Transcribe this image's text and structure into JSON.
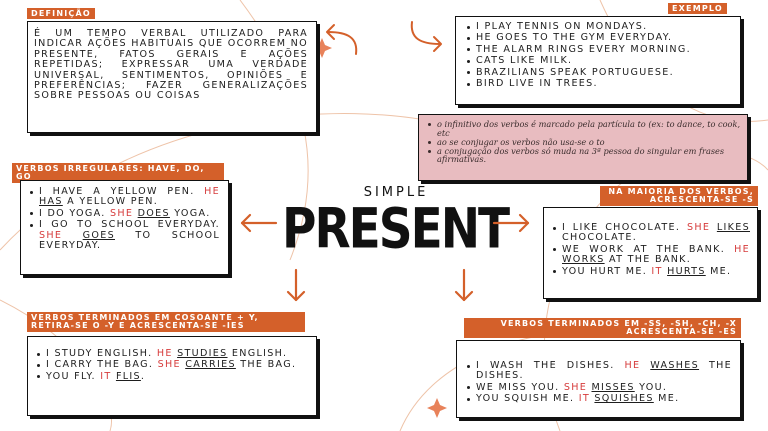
{
  "title": {
    "small": "SIMPLE",
    "big": "PRESENT"
  },
  "colors": {
    "accent": "#d4602a",
    "highlight": "#d63c3c",
    "note_bg": "#e8bcc0"
  },
  "definicao": {
    "label": "DEFINIÇÃO",
    "text": "É um tempo verbal utilizado para indicar ações habituais que ocorrem no presente, fatos gerais e ações repetidas; expressar uma verdade universal, sentimentos, opiniões e preferências; fazer generalizações sobre pessoas ou coisas"
  },
  "exemplo": {
    "label": "EXEMPLO",
    "items": [
      "I play tennis on Mondays.",
      "He goes to the gym everyday.",
      "The alarm rings every morning.",
      "Cats like milk.",
      "Brazilians speak Portuguese.",
      "Bird live in trees."
    ]
  },
  "notes": {
    "items": [
      "o infinitivo dos verbos é marcado pela partícula to (ex: to dance, to cook, etc",
      "ao se conjugar os verbos não usa-se o to",
      "a conjugação dos verbos só muda na 3ª pessoa do singular em frases afirmativas."
    ]
  },
  "irregulares": {
    "label": "Verbos irregulares: have, do, go",
    "items": [
      {
        "pre": "I have a yellow pen.",
        "subj": "He",
        "verb": "has",
        "post": "a yellow pen."
      },
      {
        "pre": "I do yoga.",
        "subj": "She",
        "verb": "does",
        "post": "yoga."
      },
      {
        "pre": "I go to school everyday.",
        "subj": "She",
        "verb": "goes",
        "post": "to school everyday."
      }
    ]
  },
  "maioria": {
    "label": "Na maioria dos verbos, acrescenta-se -s",
    "items": [
      {
        "pre": "I like chocolate.",
        "subj": "She",
        "verb": "likes",
        "post": "chocolate."
      },
      {
        "pre": "We work at the bank.",
        "subj": "He",
        "verb": "works",
        "post": "at the bank."
      },
      {
        "pre": "You hurt me.",
        "subj": "It",
        "verb": "hurts",
        "post": "me."
      }
    ]
  },
  "consoante_y": {
    "label": "Verbos terminados em cosoante + y, retira-se o -y e acrescenta-se -ies",
    "items": [
      {
        "pre": "I study English.",
        "subj": "He",
        "verb": "studies",
        "post": "English."
      },
      {
        "pre": "I carry the bag.",
        "subj": "She",
        "verb": "carries",
        "post": "the bag."
      },
      {
        "pre": "You fly.",
        "subj": "It",
        "verb": "flis",
        "post": "."
      }
    ]
  },
  "ss_sh_ch": {
    "label": "Verbos terminados em -ss, -sh, -ch, -x acrescenta-se -es",
    "items": [
      {
        "pre": "I wash the dishes.",
        "subj": "He",
        "verb": "washes",
        "post": "the dishes."
      },
      {
        "pre": "We miss you.",
        "subj": "She",
        "verb": "misses",
        "post": "you."
      },
      {
        "pre": "You squish me.",
        "subj": "It",
        "verb": "squishes",
        "post": "me."
      }
    ]
  }
}
